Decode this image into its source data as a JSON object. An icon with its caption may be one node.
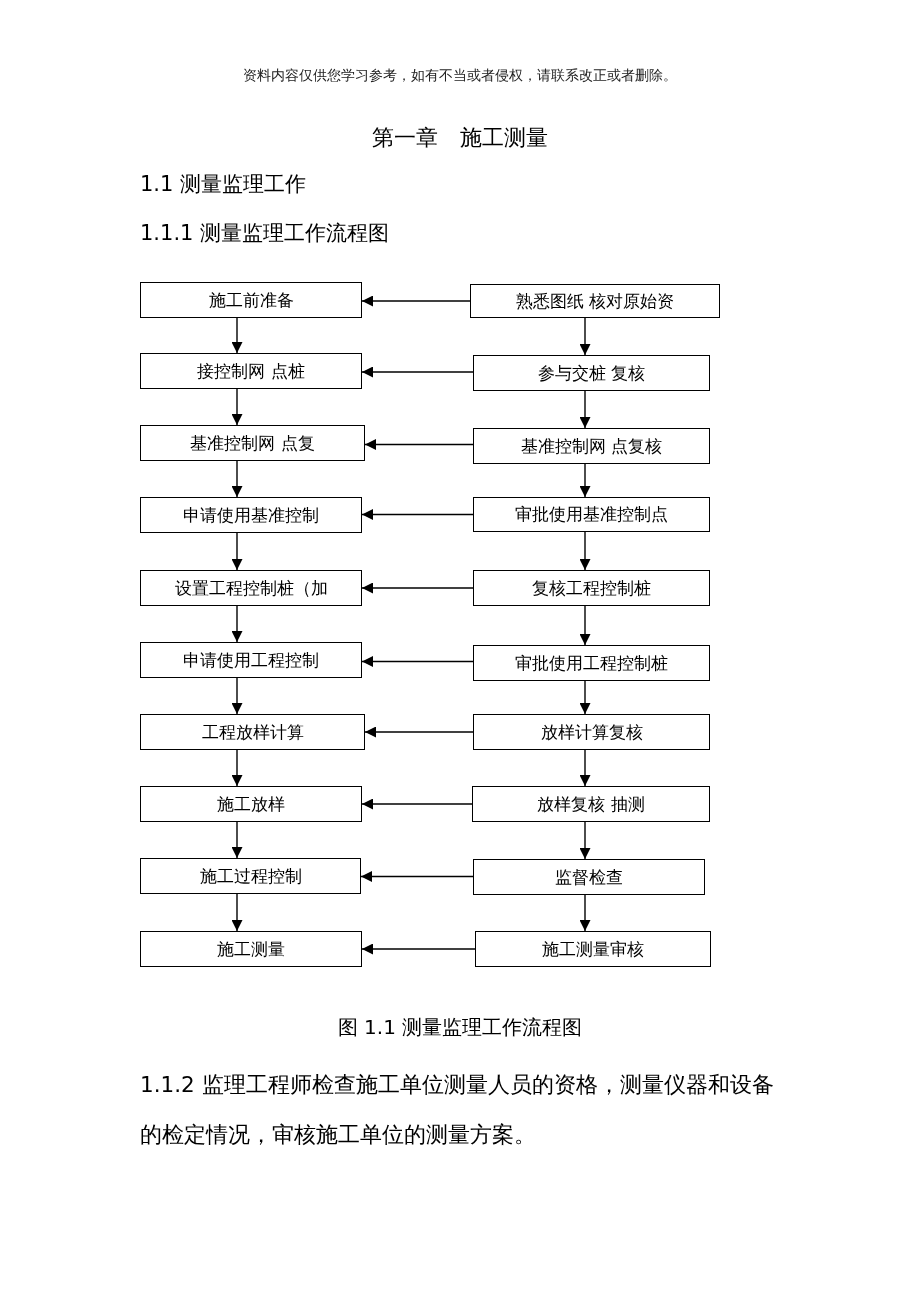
{
  "diagram": {
    "title": "第一章　施工测量",
    "caption": "图 1.1 测量监理工作流程图",
    "nodes": [
      {
        "text": [
          "施工前准备"
        ]
      },
      {
        "text": [
          "熟悉图纸 核对原始资"
        ]
      },
      {
        "text": [
          "接控制网 点桩"
        ]
      },
      {
        "text": [
          "参与交桩 复核"
        ]
      },
      {
        "text": [
          "基准控制网 点复"
        ]
      },
      {
        "text": [
          "基准控制网 点复核"
        ]
      },
      {
        "text": [
          "申请使用基准控制"
        ]
      },
      {
        "text": [
          "审批使用基准控制点"
        ]
      },
      {
        "text": [
          "设置工程控制桩（加"
        ]
      },
      {
        "text": [
          "复核工程控制桩"
        ]
      },
      {
        "text": [
          "申请使用工程控制"
        ]
      },
      {
        "text": [
          "审批使用工程控制桩"
        ]
      },
      {
        "text": [
          "工程放样计算"
        ]
      },
      {
        "text": [
          "放样计算复核"
        ]
      },
      {
        "text": [
          "施工放样"
        ]
      },
      {
        "text": [
          "放样复核 抽测"
        ]
      },
      {
        "text": [
          "施工过程控制"
        ]
      },
      {
        "text": [
          "监督检查"
        ]
      },
      {
        "text": [
          "施工测量"
        ]
      },
      {
        "text": [
          "施工测量审核"
        ]
      }
    ],
    "edges": [
      {
        "from": 1,
        "to": 0,
        "arrow": "to"
      },
      {
        "from": 0,
        "to": 2,
        "arrow": "to"
      },
      {
        "from": 1,
        "to": 3,
        "arrow": "to"
      },
      {
        "from": 3,
        "to": 2,
        "arrow": "to"
      },
      {
        "from": 2,
        "to": 4,
        "arrow": "to"
      },
      {
        "from": 3,
        "to": 5,
        "arrow": "to"
      },
      {
        "from": 5,
        "to": 4,
        "arrow": "to"
      },
      {
        "from": 4,
        "to": 6,
        "arrow": "to"
      },
      {
        "from": 5,
        "to": 7,
        "arrow": "to"
      },
      {
        "from": 7,
        "to": 6,
        "arrow": "to"
      },
      {
        "from": 6,
        "to": 8,
        "arrow": "to"
      },
      {
        "from": 7,
        "to": 9,
        "arrow": "to"
      },
      {
        "from": 9,
        "to": 8,
        "arrow": "to"
      },
      {
        "from": 8,
        "to": 10,
        "arrow": "to"
      },
      {
        "from": 9,
        "to": 11,
        "arrow": "to"
      },
      {
        "from": 11,
        "to": 10,
        "arrow": "to"
      },
      {
        "from": 10,
        "to": 12,
        "arrow": "to"
      },
      {
        "from": 11,
        "to": 13,
        "arrow": "to"
      },
      {
        "from": 13,
        "to": 12,
        "arrow": "to"
      },
      {
        "from": 12,
        "to": 14,
        "arrow": "to"
      },
      {
        "from": 13,
        "to": 15,
        "arrow": "to"
      },
      {
        "from": 15,
        "to": 14,
        "arrow": "to"
      },
      {
        "from": 14,
        "to": 16,
        "arrow": "to"
      },
      {
        "from": 15,
        "to": 17,
        "arrow": "to"
      },
      {
        "from": 17,
        "to": 16,
        "arrow": "to"
      },
      {
        "from": 16,
        "to": 18,
        "arrow": "to"
      },
      {
        "from": 17,
        "to": 19,
        "arrow": "to"
      },
      {
        "from": 19,
        "to": 18,
        "arrow": "to"
      }
    ],
    "labels": [
      "资料内容仅供您学习参考，如有不当或者侵权，请联系改正或者删除。",
      "1.1 测量监理工作",
      "1.1.1 测量监理工作流程图",
      "1.1.2 监理工程师检查施工单位测量人员的资格，测量仪器和设备的检定情况，审核施工单位的测量方案。"
    ]
  }
}
